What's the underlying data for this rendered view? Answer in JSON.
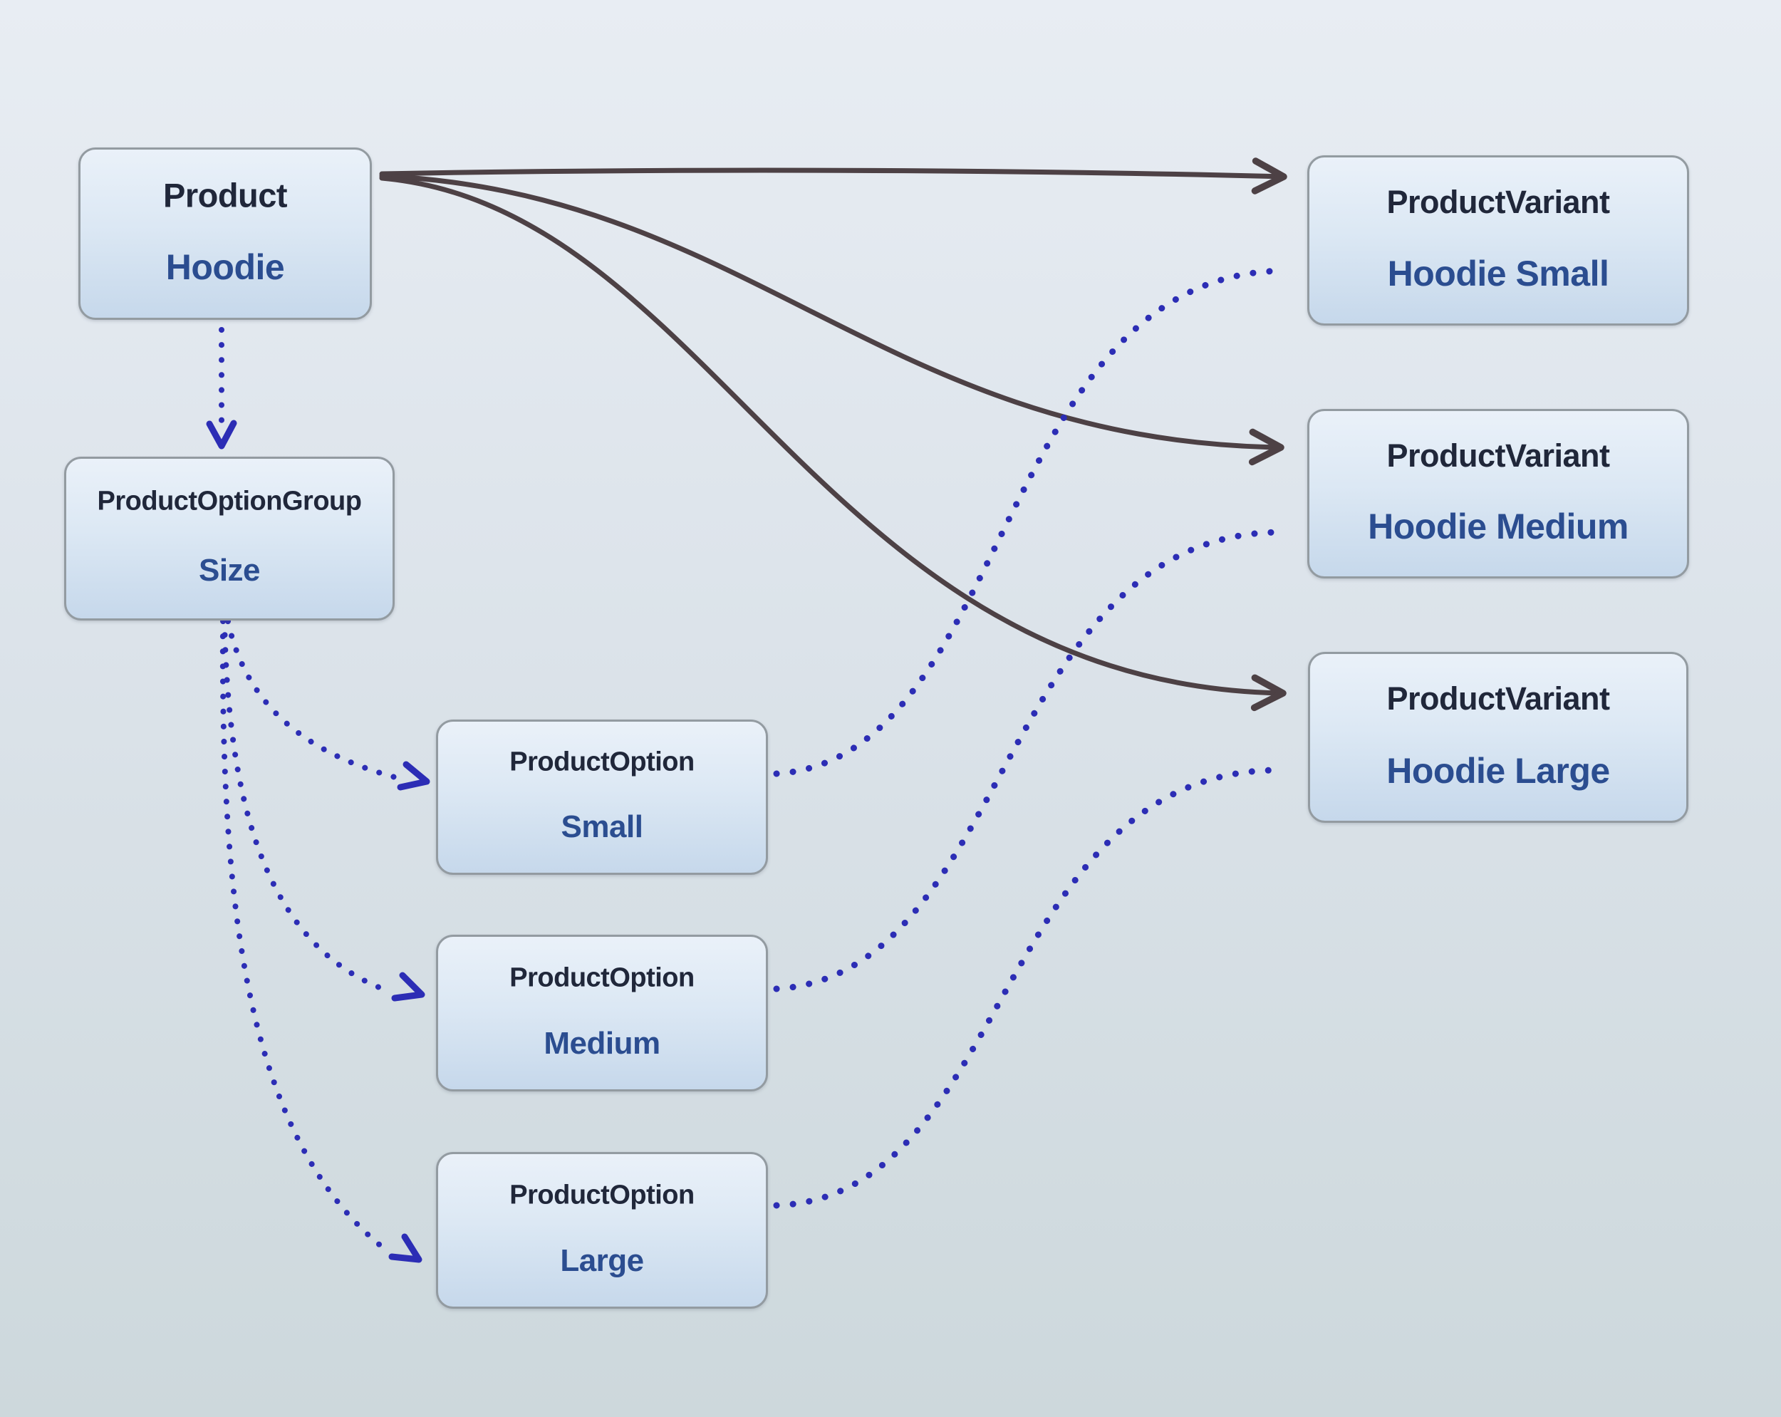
{
  "diagram": {
    "nodes": {
      "product": {
        "type": "Product",
        "value": "Hoodie"
      },
      "option_group": {
        "type": "ProductOptionGroup",
        "value": "Size"
      },
      "option_small": {
        "type": "ProductOption",
        "value": "Small"
      },
      "option_medium": {
        "type": "ProductOption",
        "value": "Medium"
      },
      "option_large": {
        "type": "ProductOption",
        "value": "Large"
      },
      "variant_small": {
        "type": "ProductVariant",
        "value": "Hoodie Small"
      },
      "variant_medium": {
        "type": "ProductVariant",
        "value": "Hoodie Medium"
      },
      "variant_large": {
        "type": "ProductVariant",
        "value": "Hoodie Large"
      }
    },
    "edges": [
      {
        "from": "product",
        "to": "variant_small",
        "style": "solid",
        "head": "arrow"
      },
      {
        "from": "product",
        "to": "variant_medium",
        "style": "solid",
        "head": "arrow"
      },
      {
        "from": "product",
        "to": "variant_large",
        "style": "solid",
        "head": "arrow"
      },
      {
        "from": "product",
        "to": "option_group",
        "style": "dotted",
        "head": "chevron"
      },
      {
        "from": "option_group",
        "to": "option_small",
        "style": "dotted",
        "head": "chevron"
      },
      {
        "from": "option_group",
        "to": "option_medium",
        "style": "dotted",
        "head": "chevron"
      },
      {
        "from": "option_group",
        "to": "option_large",
        "style": "dotted",
        "head": "chevron"
      },
      {
        "from": "option_small",
        "to": "variant_small",
        "style": "dotted",
        "head": "none"
      },
      {
        "from": "option_medium",
        "to": "variant_medium",
        "style": "dotted",
        "head": "none"
      },
      {
        "from": "option_large",
        "to": "variant_large",
        "style": "dotted",
        "head": "none"
      }
    ],
    "colors": {
      "bg_top": "#e8edf3",
      "bg_bottom": "#cdd8dc",
      "solid_edge": "#4d4145",
      "dotted_edge": "#2c2db5",
      "node_border": "#939ba1",
      "node_fill_top": "#eaf1f9",
      "node_fill_bottom": "#c6d8eb",
      "title_color": "#20273a",
      "value_color": "#2b4d90"
    }
  }
}
